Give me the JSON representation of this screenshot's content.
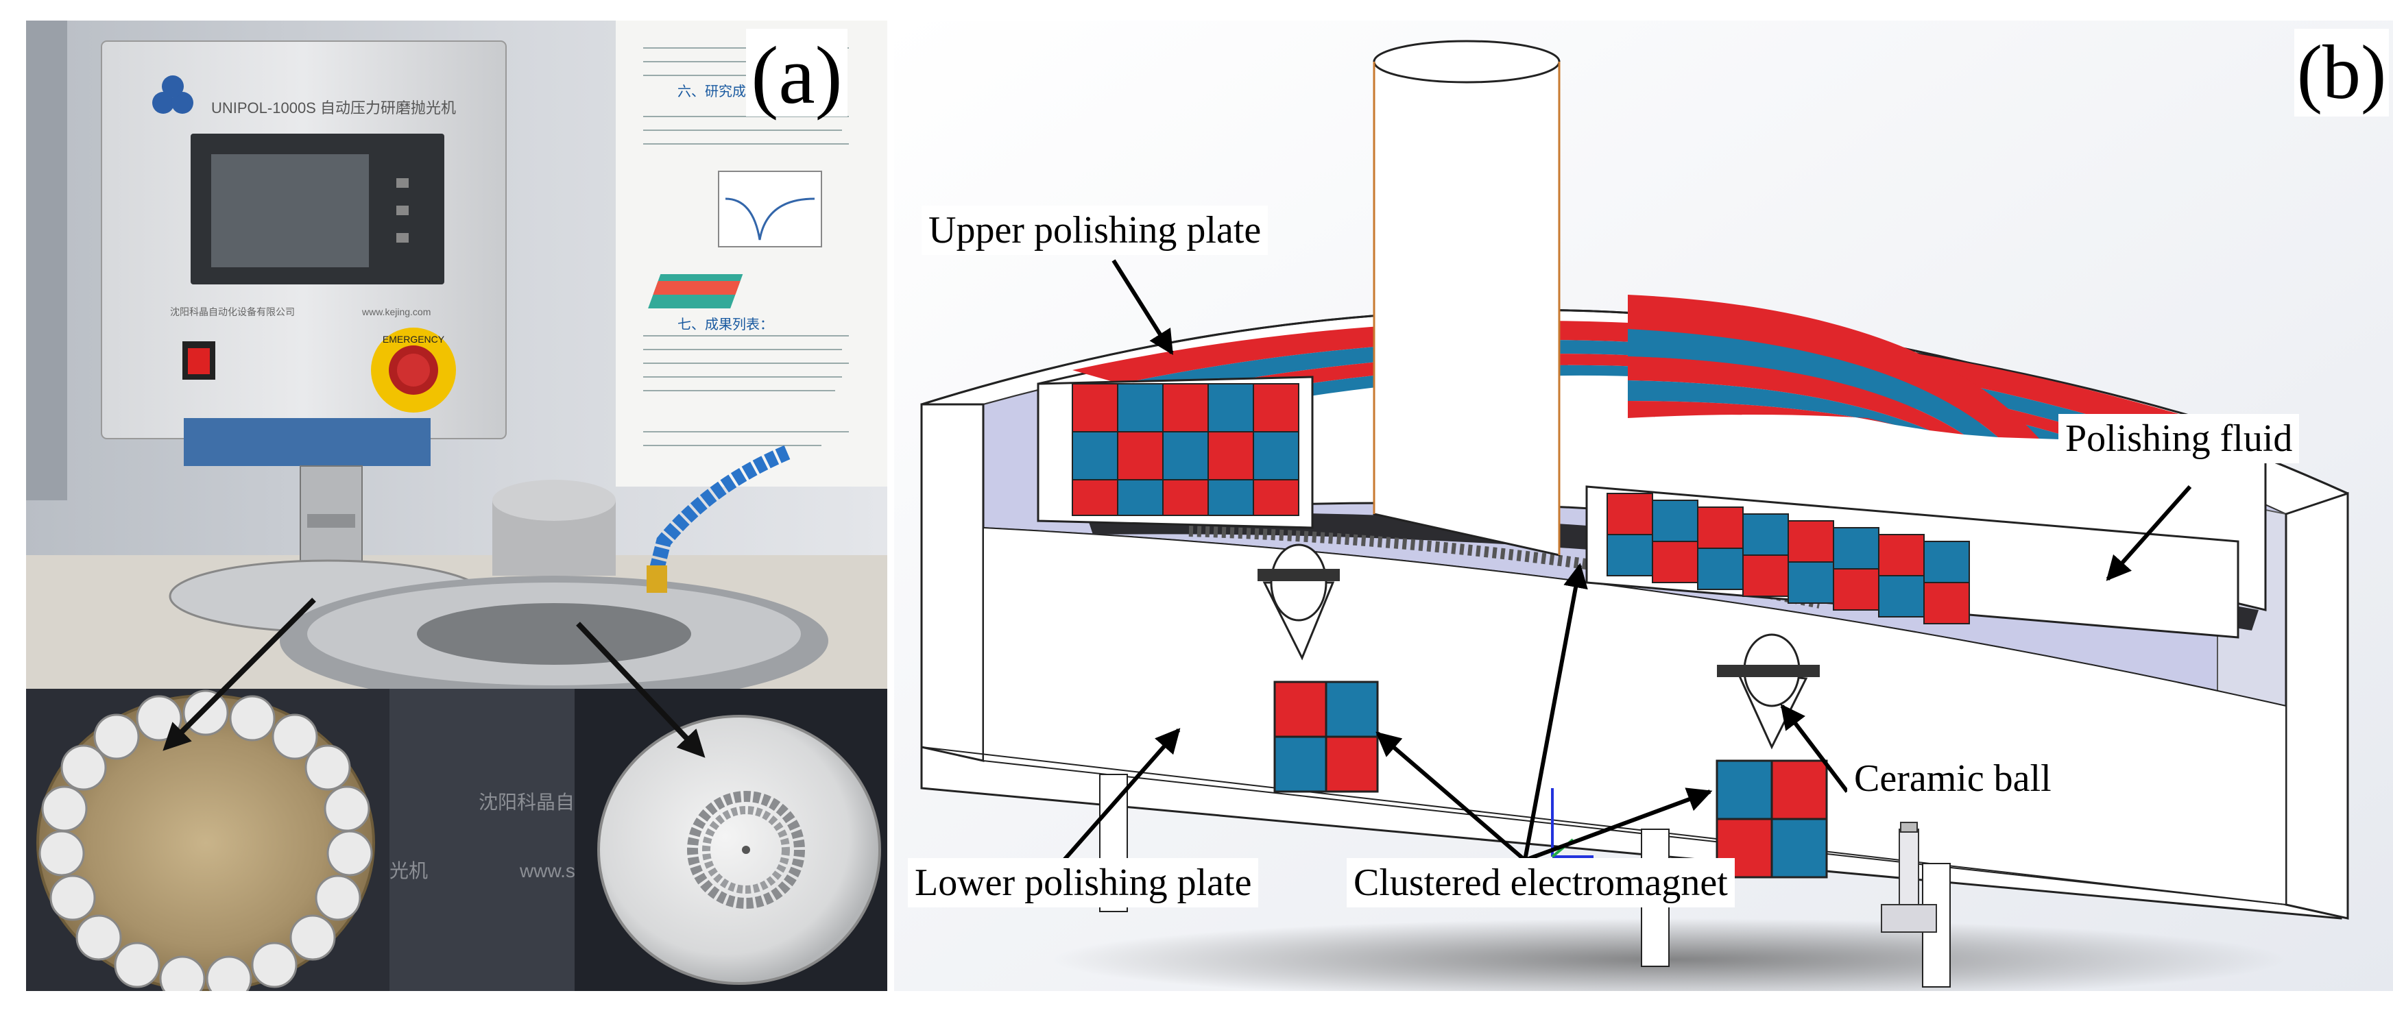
{
  "panels": {
    "a": {
      "letter": "(a)",
      "machine": {
        "model_text": "UNIPOL-1000S 自动压力研磨抛光机",
        "company_text": "沈阳科晶自动化设备有限公司",
        "website_text": "www.kejing.com",
        "emergency_text": "EMERGENCY",
        "base_text_1": "沈阳科晶自动",
        "base_text_2": "光机",
        "base_text_3": "www.s"
      },
      "poster": {
        "heading_1": "六、研究成",
        "heading_2": "七、成果列表："
      }
    },
    "b": {
      "letter": "(b)",
      "labels": {
        "upper_plate": "Upper polishing plate",
        "polishing_fluid": "Polishing fluid",
        "ceramic_ball": "Ceramic ball",
        "lower_plate": "Lower polishing plate",
        "electromagnet": "Clustered electromagnet"
      }
    }
  },
  "colors": {
    "magnet_red": "#e0262b",
    "magnet_blue": "#1c7aa8",
    "fluid": "#c9cbe8",
    "housing": "#ffffff",
    "outline": "#111111"
  }
}
